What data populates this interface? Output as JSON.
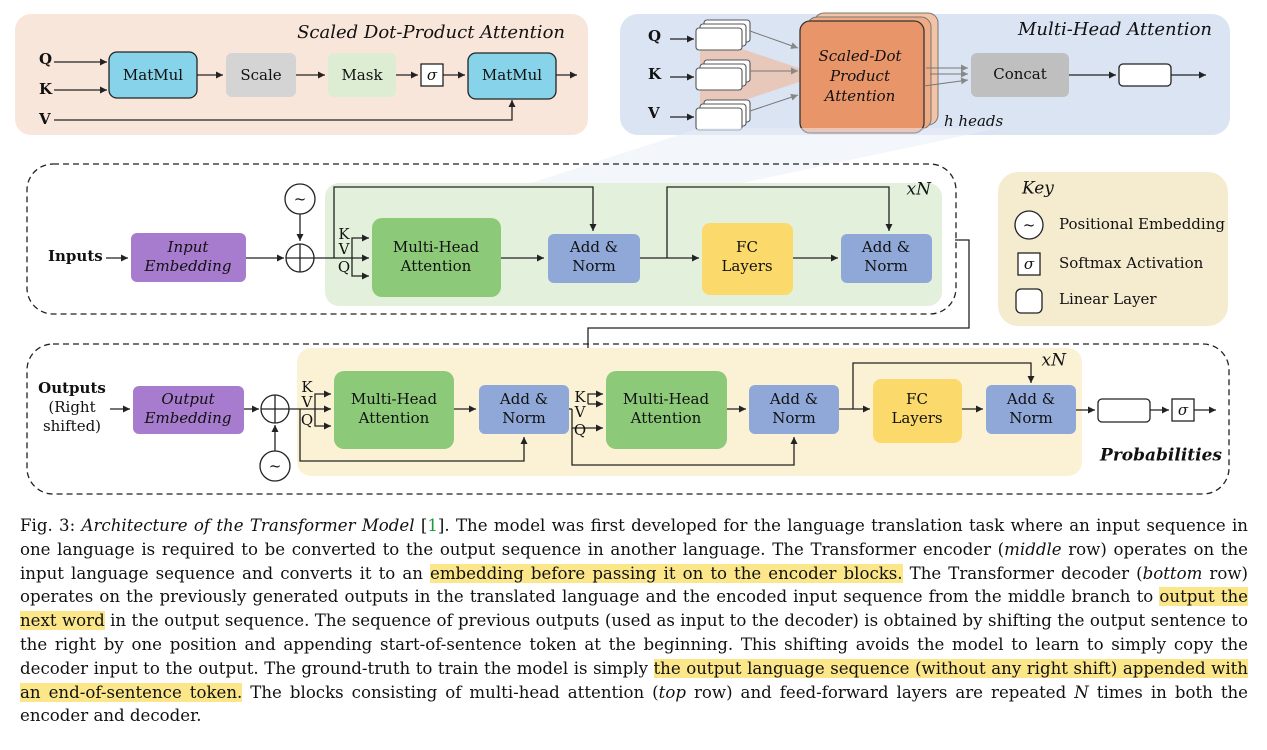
{
  "sdpa": {
    "title": "Scaled Dot-Product Attention",
    "inputs": [
      "Q",
      "K",
      "V"
    ],
    "blocks": [
      "MatMul",
      "Scale",
      "Mask",
      "σ",
      "MatMul"
    ]
  },
  "mha": {
    "title": "Multi-Head Attention",
    "inputs": [
      "Q",
      "K",
      "V"
    ],
    "stack_lines": [
      "Scaled-Dot",
      "Product",
      "Attention"
    ],
    "concat": "Concat",
    "heads": "h heads"
  },
  "encoder": {
    "inputs_label": "Inputs",
    "embedding_lines": [
      "Input",
      "Embedding"
    ],
    "pos_symbol": "~",
    "kvq": [
      "K",
      "V",
      "Q"
    ],
    "mha_lines": [
      "Multi-Head",
      "Attention"
    ],
    "addnorm1_lines": [
      "Add &",
      "Norm"
    ],
    "fc_lines": [
      "FC",
      "Layers"
    ],
    "addnorm2_lines": [
      "Add &",
      "Norm"
    ],
    "repeat": "xN"
  },
  "decoder": {
    "outputs_lines": [
      "Outputs",
      "(Right",
      "shifted)"
    ],
    "embedding_lines": [
      "Output",
      "Embedding"
    ],
    "pos_symbol": "~",
    "kvq1": [
      "K",
      "V",
      "Q"
    ],
    "mha1_lines": [
      "Multi-Head",
      "Attention"
    ],
    "addnorm1_lines": [
      "Add &",
      "Norm"
    ],
    "kvq2": [
      "K",
      "V",
      "Q"
    ],
    "mha2_lines": [
      "Multi-Head",
      "Attention"
    ],
    "addnorm2_lines": [
      "Add &",
      "Norm"
    ],
    "fc_lines": [
      "FC",
      "Layers"
    ],
    "addnorm3_lines": [
      "Add &",
      "Norm"
    ],
    "softmax_symbol": "σ",
    "repeat": "xN",
    "probabilities": "Probabilities"
  },
  "key": {
    "title": "Key",
    "items": [
      {
        "symbol": "~",
        "label": "Positional Embedding"
      },
      {
        "symbol": "σ",
        "label": "Softmax Activation"
      },
      {
        "symbol": "",
        "label": "Linear Layer"
      }
    ]
  },
  "colors": {
    "matmul": "#87d3ea",
    "gray": "#d4d4d4",
    "mask": "#dcedd3",
    "green": "#8cca79",
    "blue": "#8fa8d8",
    "yellow": "#fbd96b",
    "purple": "#a77bcd",
    "orange": "#e9956a",
    "sdpa_panel": "#f9e6da",
    "mha_panel": "#dbe4f3",
    "enc_panel": "#e3f0dc",
    "dec_panel": "#fbf2d6",
    "key_panel": "#f5ecd0",
    "highlight": "#fbe78a"
  },
  "caption": {
    "fig": "Fig. 3: ",
    "title": "Architecture of the Transformer Model",
    "ref_open": " [",
    "ref": "1",
    "ref_close": "]",
    "t1": ". The model was first developed for the language translation task where an input sequence in one language is required to be converted to the output sequence in another language. The Transformer encoder (",
    "e1": "middle",
    "t2": " row) operates on the input language sequence and converts it to an ",
    "h1": "embedding before passing it on to the encoder blocks.",
    "t3": " The Transformer decoder (",
    "e2": "bottom",
    "t4": " row) operates on the previously generated outputs in the translated language and the encoded input sequence from the middle branch to ",
    "h2": "output the next word",
    "t5": " in the output sequence. The sequence of previous outputs (used as input to the decoder) is obtained by shifting the output sentence to the right by one position and appending start-of-sentence token at the beginning. This shifting avoids the model to learn to simply copy the decoder input to the output. The ground-truth to train the model is simply ",
    "h3": "the output language sequence (without any right shift) appended with an end-of-sentence token.",
    "t6": " The blocks consisting of multi-head attention (",
    "e3": "top",
    "t7": " row) and feed-forward layers are repeated ",
    "e4": "N",
    "t8": " times in both the encoder and decoder."
  }
}
